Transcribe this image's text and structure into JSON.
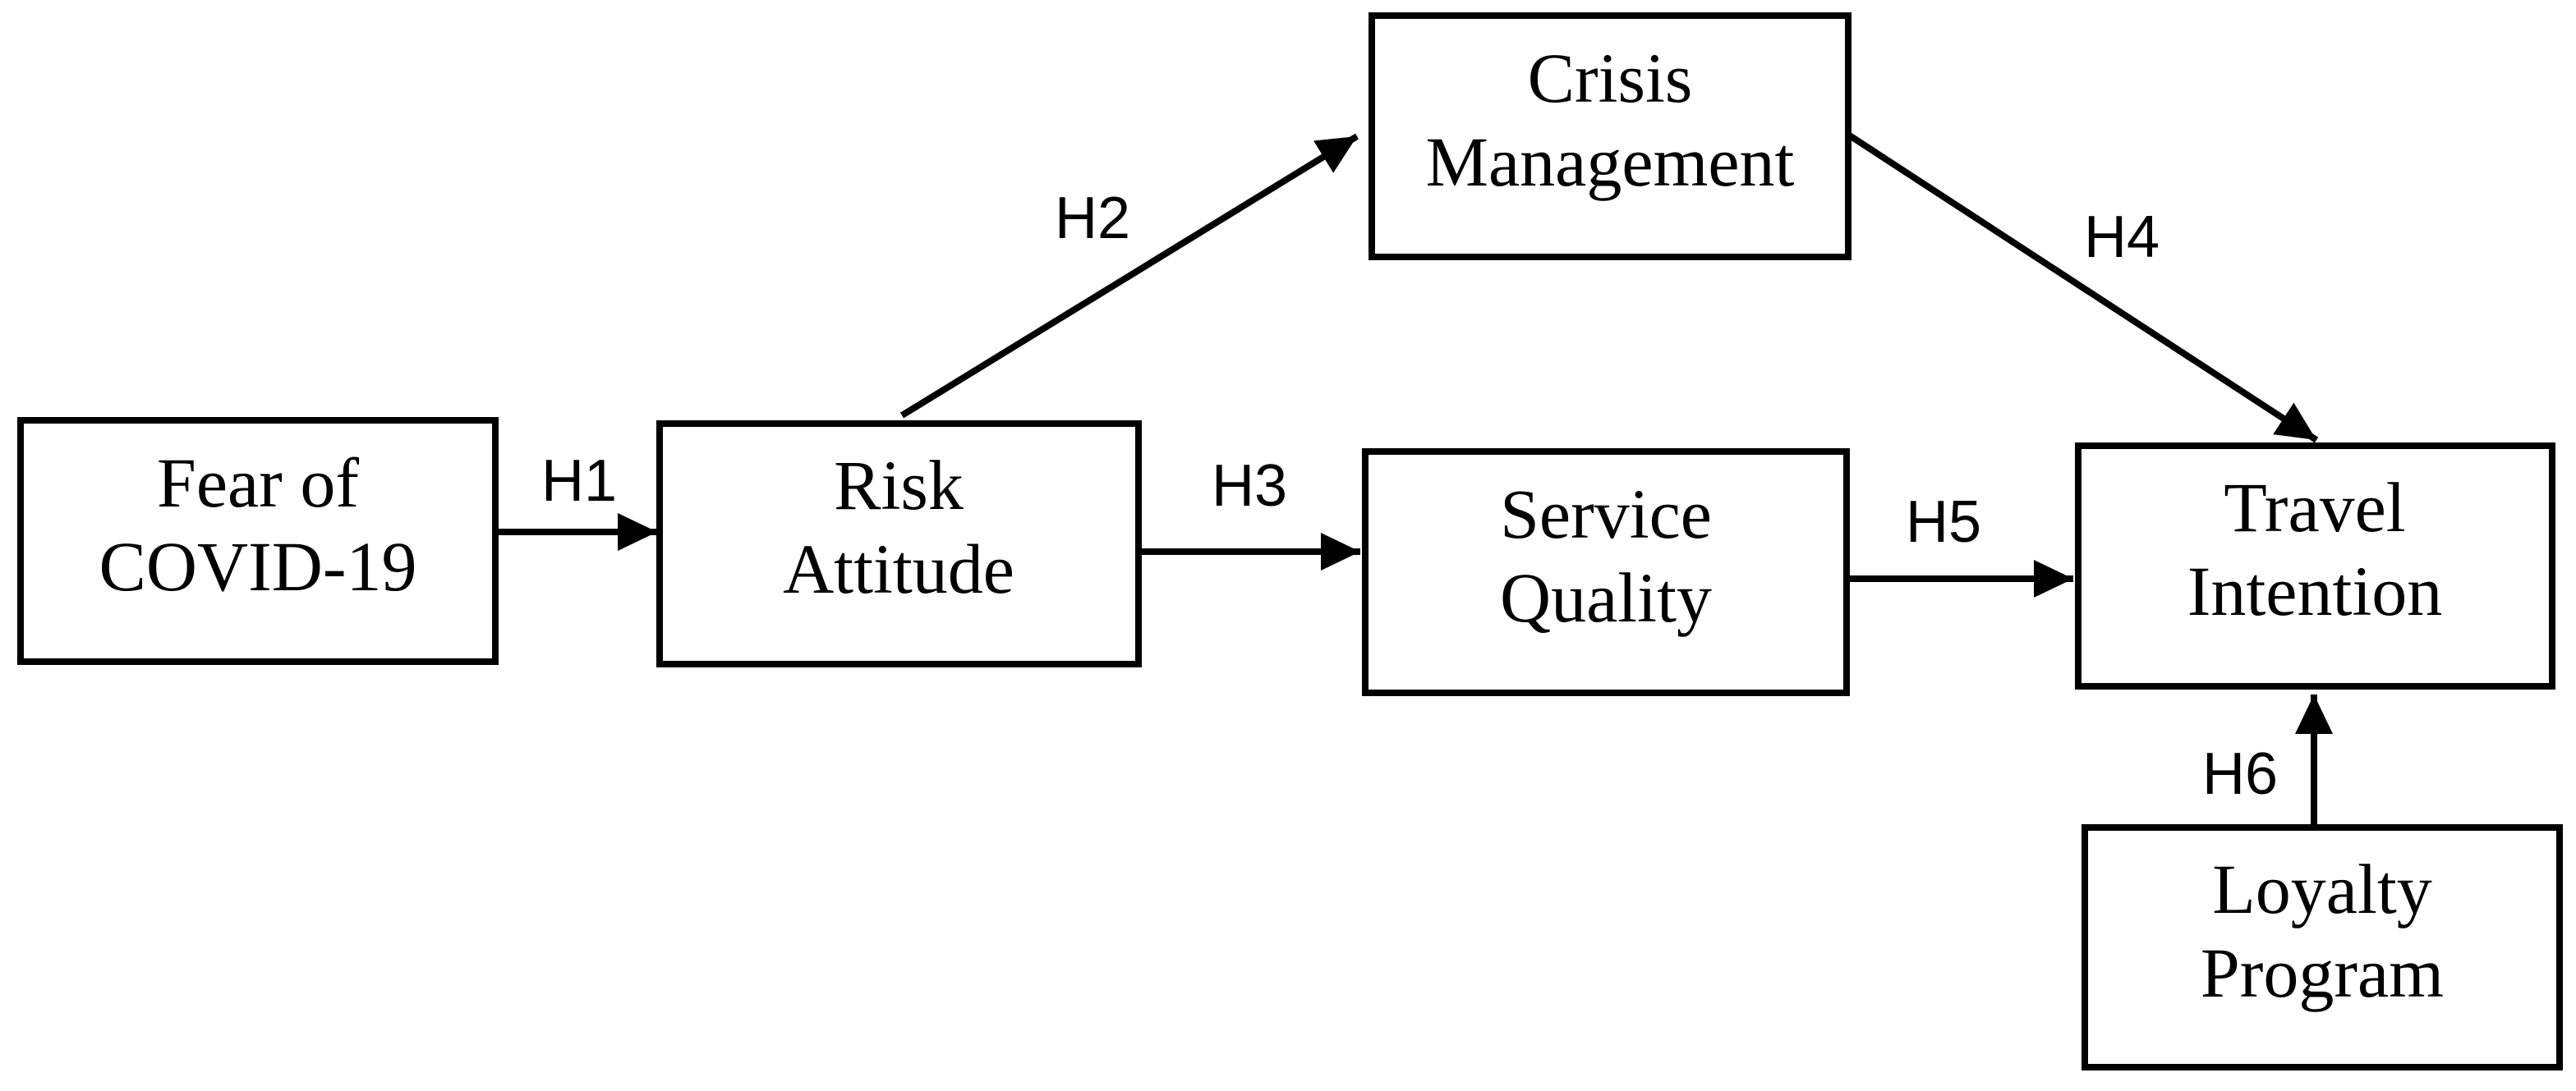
{
  "colors": {
    "background": "#ffffff",
    "box_fill": "#ffffff",
    "box_border": "#000000",
    "text": "#000000",
    "arrow": "#000000"
  },
  "diagram": {
    "type": "hypothesis-path-model",
    "nodes": {
      "fear": {
        "line1": "Fear of",
        "line2": "COVID-19"
      },
      "risk": {
        "line1": "Risk",
        "line2": "Attitude"
      },
      "crisis": {
        "line1": "Crisis",
        "line2": "Management"
      },
      "service": {
        "line1": "Service",
        "line2": "Quality"
      },
      "travel": {
        "line1": "Travel",
        "line2": "Intention"
      },
      "loyalty": {
        "line1": "Loyalty",
        "line2": "Program"
      }
    },
    "edges": {
      "h1": {
        "label": "H1",
        "from": "fear",
        "to": "risk"
      },
      "h2": {
        "label": "H2",
        "from": "risk",
        "to": "crisis"
      },
      "h3": {
        "label": "H3",
        "from": "risk",
        "to": "service"
      },
      "h4": {
        "label": "H4",
        "from": "crisis",
        "to": "travel"
      },
      "h5": {
        "label": "H5",
        "from": "service",
        "to": "travel"
      },
      "h6": {
        "label": "H6",
        "from": "loyalty",
        "to": "travel"
      }
    }
  }
}
